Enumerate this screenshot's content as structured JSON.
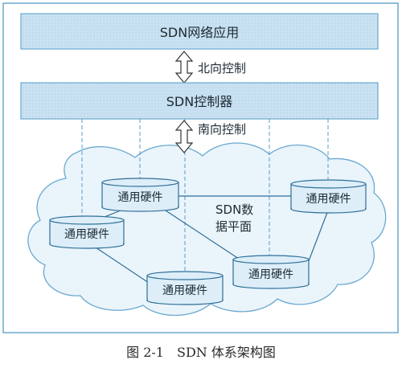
{
  "layers": {
    "application": "SDN网络应用",
    "controller": "SDN控制器"
  },
  "interfaces": {
    "northbound": "北向控制",
    "southbound": "南向控制"
  },
  "data_plane": {
    "label_line1": "SDN数",
    "label_line2": "据平面",
    "devices": [
      "通用硬件",
      "通用硬件",
      "通用硬件",
      "通用硬件",
      "通用硬件"
    ]
  },
  "caption": "图 2-1　SDN 体系架构图",
  "colors": {
    "frame": "#6aa9cf",
    "layer_fill": "#c9e1f1",
    "cloud_fill": "#eaf4fb",
    "device_fill": "#ddeef9"
  }
}
